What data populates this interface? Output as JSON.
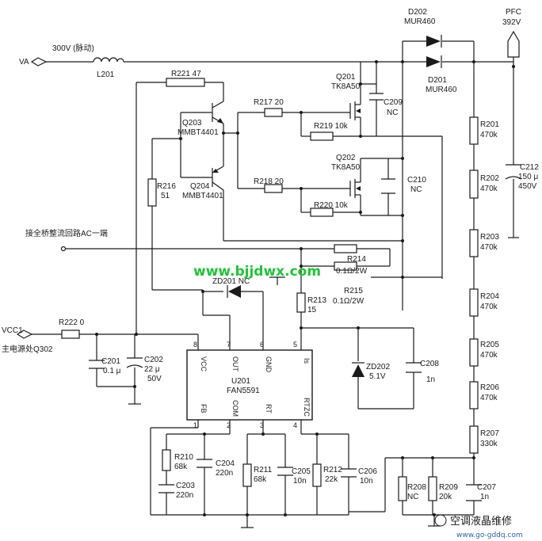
{
  "labels": {
    "va": "VA",
    "input_300v": "300V (脉动)",
    "l201": "L201",
    "d202": "D202",
    "mur460_top": "MUR460",
    "d201": "D201",
    "mur460_bot": "MUR460",
    "pfc": "PFC",
    "pfc_v": "392V",
    "r221": "R221 47",
    "q201": "Q201",
    "tk8a50_1": "TK8A50",
    "r217": "R217 20",
    "c209": "C209",
    "c209_v": "NC",
    "q203": "Q203",
    "mmbt4401_1": "MMBT4401",
    "r219": "R219 10k",
    "q202": "Q202",
    "tk8a50_2": "TK8A50",
    "q204": "Q204",
    "mmbt4401_2": "MMBT4401",
    "r216": "R216",
    "r216_v": "51",
    "r218": "R218 20",
    "c210": "C210",
    "c210_v": "NC",
    "r220": "R220 10k",
    "ac_note": "接全桥整流回路AC一端",
    "r214": "R214",
    "r214_v": "0.1Ω/2W",
    "zd201": "ZD201 NC",
    "r215": "R215",
    "r215_v": "0.1Ω/2W",
    "r213": "R213",
    "r213_v": "15",
    "vcc1": "VCC1",
    "r222": "R222 0",
    "main_src": "主电源处Q302",
    "c201": "C201",
    "c201_v": "0.1 μ",
    "c202": "C202",
    "c202_v1": "22 μ",
    "c202_v2": "50V",
    "zd202": "ZD202",
    "zd202_v": "5.1V",
    "c208": "C208",
    "c208_v": "1n",
    "r201": "R201",
    "r201_v": "470k",
    "r202": "R202",
    "r202_v": "470k",
    "c212": "C212",
    "c212_v1": "150 μ",
    "c212_v2": "450V",
    "r203": "R203",
    "r203_v": "470k",
    "r204": "R204",
    "r204_v": "470k",
    "r205": "R205",
    "r205_v": "470k",
    "r206": "R206",
    "r206_v": "470k",
    "r207": "R207",
    "r207_v": "330k",
    "u201": "U201",
    "fan5591": "FAN5591",
    "r210": "R210",
    "r210_v": "68k",
    "c204": "C204",
    "c204_v": "220n",
    "c203": "C203",
    "c203_v": "220n",
    "r211": "R211",
    "r211_v": "68k",
    "c205": "C205",
    "c205_v": "10n",
    "r212": "R212",
    "r212_v": "22k",
    "c206": "C206",
    "c206_v": "10n",
    "r208": "R208",
    "r208_v": "NC",
    "r209": "R209",
    "r209_v": "20k",
    "c207": "C207",
    "c207_v": "1n"
  },
  "ic_pins": {
    "p8": "8",
    "p7": "7",
    "p6": "6",
    "p5": "5",
    "p1": "1",
    "p2": "2",
    "p3": "3",
    "p4": "4",
    "vcc": "VCC",
    "out": "OUT",
    "gnd": "GND",
    "is": "Is",
    "fb": "FB",
    "com": "COM",
    "rt": "RT",
    "rtzc": "RTZC"
  },
  "watermark": "www.bjjdwx.com",
  "brand": "空调液晶维修",
  "site_url": "www.go-gddq.com",
  "colors": {
    "ink": "#1a1a1a",
    "watermark": "#22c23a",
    "url": "#3060b0"
  }
}
